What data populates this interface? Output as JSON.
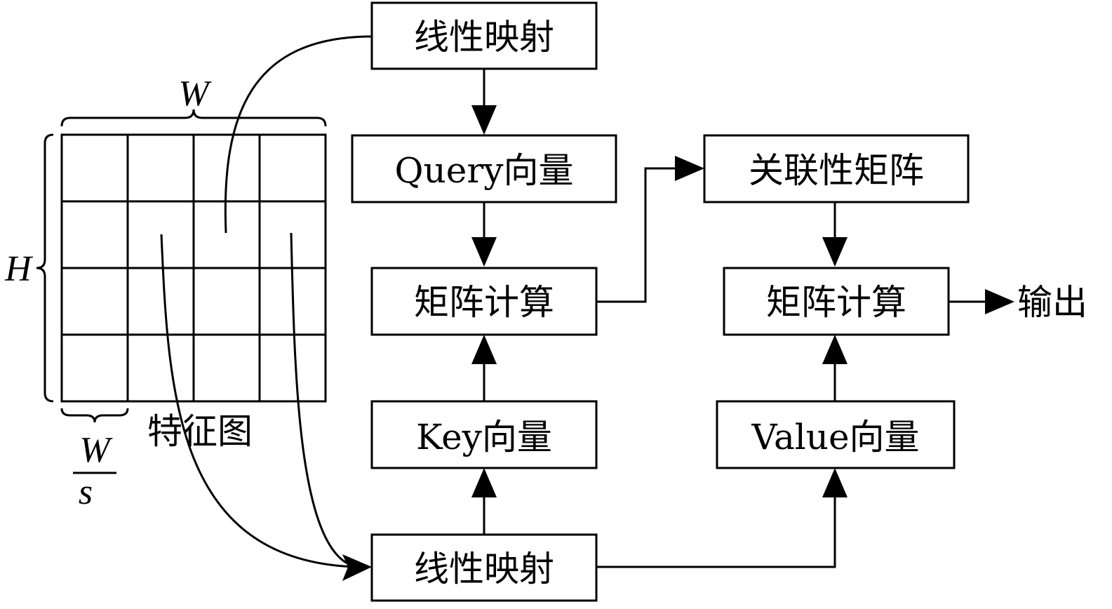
{
  "diagram": {
    "nodes": {
      "linear_top": "线性映射",
      "query": "Query向量",
      "matmul_left": "矩阵计算",
      "key": "Key向量",
      "linear_bottom": "线性映射",
      "relevance": "关联性矩阵",
      "matmul_right": "矩阵计算",
      "value": "Value向量"
    },
    "output_label": "输出",
    "feature_map": {
      "label": "特征图",
      "width_label": "W",
      "height_label": "H",
      "cell_numerator": "W",
      "cell_denominator": "s",
      "grid_rows": 4,
      "grid_cols": 4
    },
    "colors": {
      "stroke": "#000000",
      "fill": "#ffffff"
    }
  }
}
